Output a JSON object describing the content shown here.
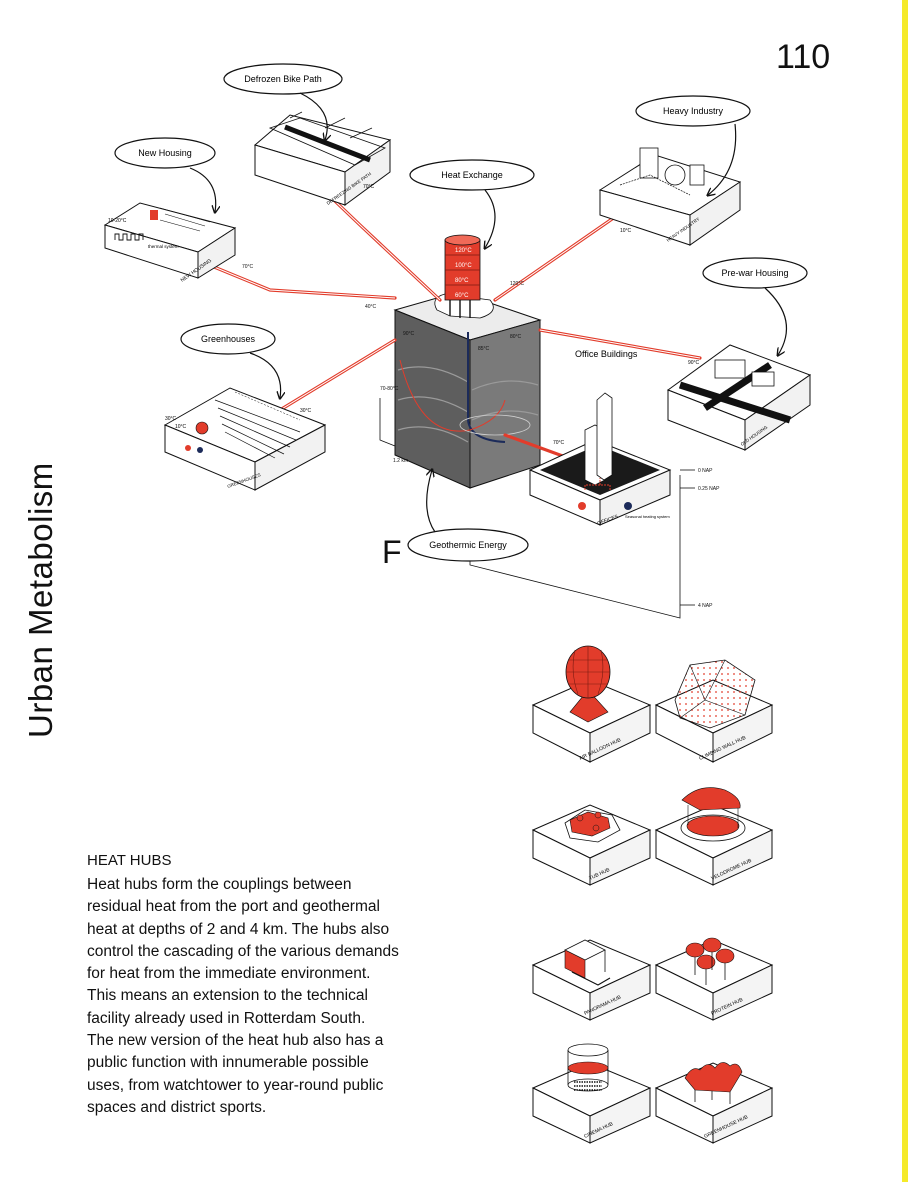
{
  "page": {
    "number": "110",
    "title": "Urban Metabolism",
    "figure_letter": "F"
  },
  "callouts": {
    "defrozen_bike_path": "Defrozen Bike Path",
    "heavy_industry": "Heavy Industry",
    "new_housing": "New Housing",
    "heat_exchange": "Heat Exchange",
    "pre_war_housing": "Pre-war Housing",
    "greenhouses": "Greenhouses",
    "office_buildings": "Office Buildings",
    "geothermic_energy": "Geothermic Energy"
  },
  "temperature_labels": {
    "bike_path": "70°C",
    "heavy_industry": "10°C",
    "new_housing_in": "70°C",
    "new_housing_side": "10-20°C",
    "center_west": "40°C",
    "center_north": "120°C",
    "greenhouses": "30°C",
    "greenhouses_side_1": "30°C",
    "greenhouses_side_2": "10°C",
    "offices": "70°C",
    "old_housing": "90°C",
    "tower": [
      "120°C",
      "100°C",
      "80°C",
      "60°C"
    ],
    "center_1": "90°C",
    "center_2": "85°C",
    "center_3": "80°C",
    "depth_side": "70-80°C"
  },
  "diagram_labels": {
    "defreezing_bike_path": "DEFREEZING BIKE PATH",
    "heavy_industry": "HEAVY INDUSTRY",
    "new_housing": "NEW HOUSING",
    "greenhouses": "GREENHOUSES",
    "old_housing": "OLD HOUSING",
    "offices": "OFFICES",
    "thermal_system": "thermal system",
    "seasonal_heating_system": "Seasonal heating system",
    "depth_0": "0 NAP",
    "depth_1": "0.25 NAP",
    "depth_2": "4 NAP",
    "dimension": "1.2 km"
  },
  "hubs": [
    {
      "label": "AIR BALLOON HUB"
    },
    {
      "label": "CLIMBING WALL HUB"
    },
    {
      "label": "TUB HUB"
    },
    {
      "label": "VELODROME HUB"
    },
    {
      "label": "PANORAMA HUB"
    },
    {
      "label": "PROTEIN HUB"
    },
    {
      "label": "CINEMA HUB"
    },
    {
      "label": "GREENHOUSE HUB"
    }
  ],
  "text": {
    "heading": "HEAT HUBS",
    "lines": [
      "Heat hubs form the couplings between",
      "residual heat from the port and geothermal",
      "heat at depths of 2 and 4 km. The hubs also",
      "control the cascading of the various demands",
      "for heat from the immediate environment.",
      "This means an extension to the technical",
      "facility already used in Rotterdam South.",
      "The new version of the heat hub also has a",
      "public function with innumerable possible",
      "uses, from watchtower to year-round public",
      "spaces and district sports."
    ]
  },
  "colors": {
    "accent_red": "#e23c2b",
    "yellow_bar": "#f5ea2a",
    "dark_blue": "#1c2b5a",
    "grey_block": "#6d6d6d"
  }
}
